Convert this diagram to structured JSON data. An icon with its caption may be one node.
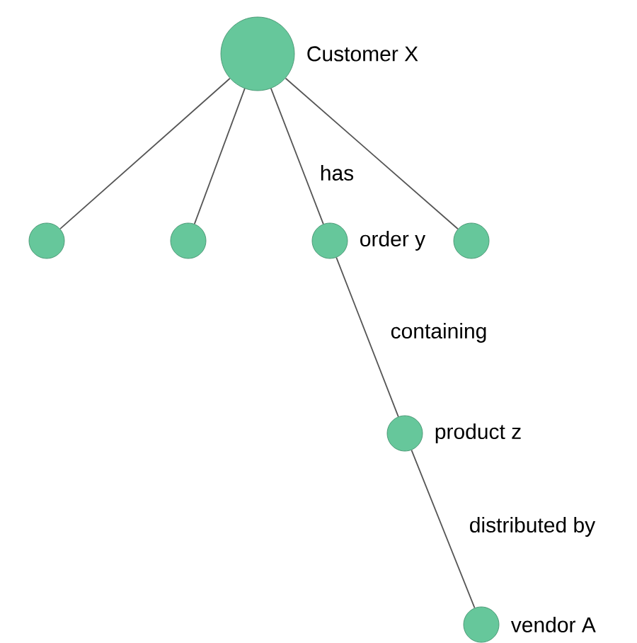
{
  "diagram": {
    "nodes": [
      {
        "text": [],
        "shape": "circle",
        "beside": [
          "Customer X"
        ]
      },
      {
        "text": [],
        "shape": "circle"
      },
      {
        "text": [],
        "shape": "circle"
      },
      {
        "text": [],
        "shape": "circle",
        "beside": [
          "order y"
        ]
      },
      {
        "text": [],
        "shape": "circle"
      },
      {
        "text": [],
        "shape": "circle",
        "beside": [
          "product z"
        ]
      },
      {
        "text": [],
        "shape": "circle",
        "beside": [
          "vendor A"
        ]
      }
    ],
    "edges": [
      {
        "from": 0,
        "to": 1,
        "arrow": "none"
      },
      {
        "from": 0,
        "to": 2,
        "arrow": "none"
      },
      {
        "from": 0,
        "to": 3,
        "arrow": "none",
        "label": "has"
      },
      {
        "from": 0,
        "to": 4,
        "arrow": "none"
      },
      {
        "from": 3,
        "to": 5,
        "arrow": "none",
        "label": "containing"
      },
      {
        "from": 5,
        "to": 6,
        "arrow": "none",
        "label": "distributed by"
      }
    ]
  }
}
